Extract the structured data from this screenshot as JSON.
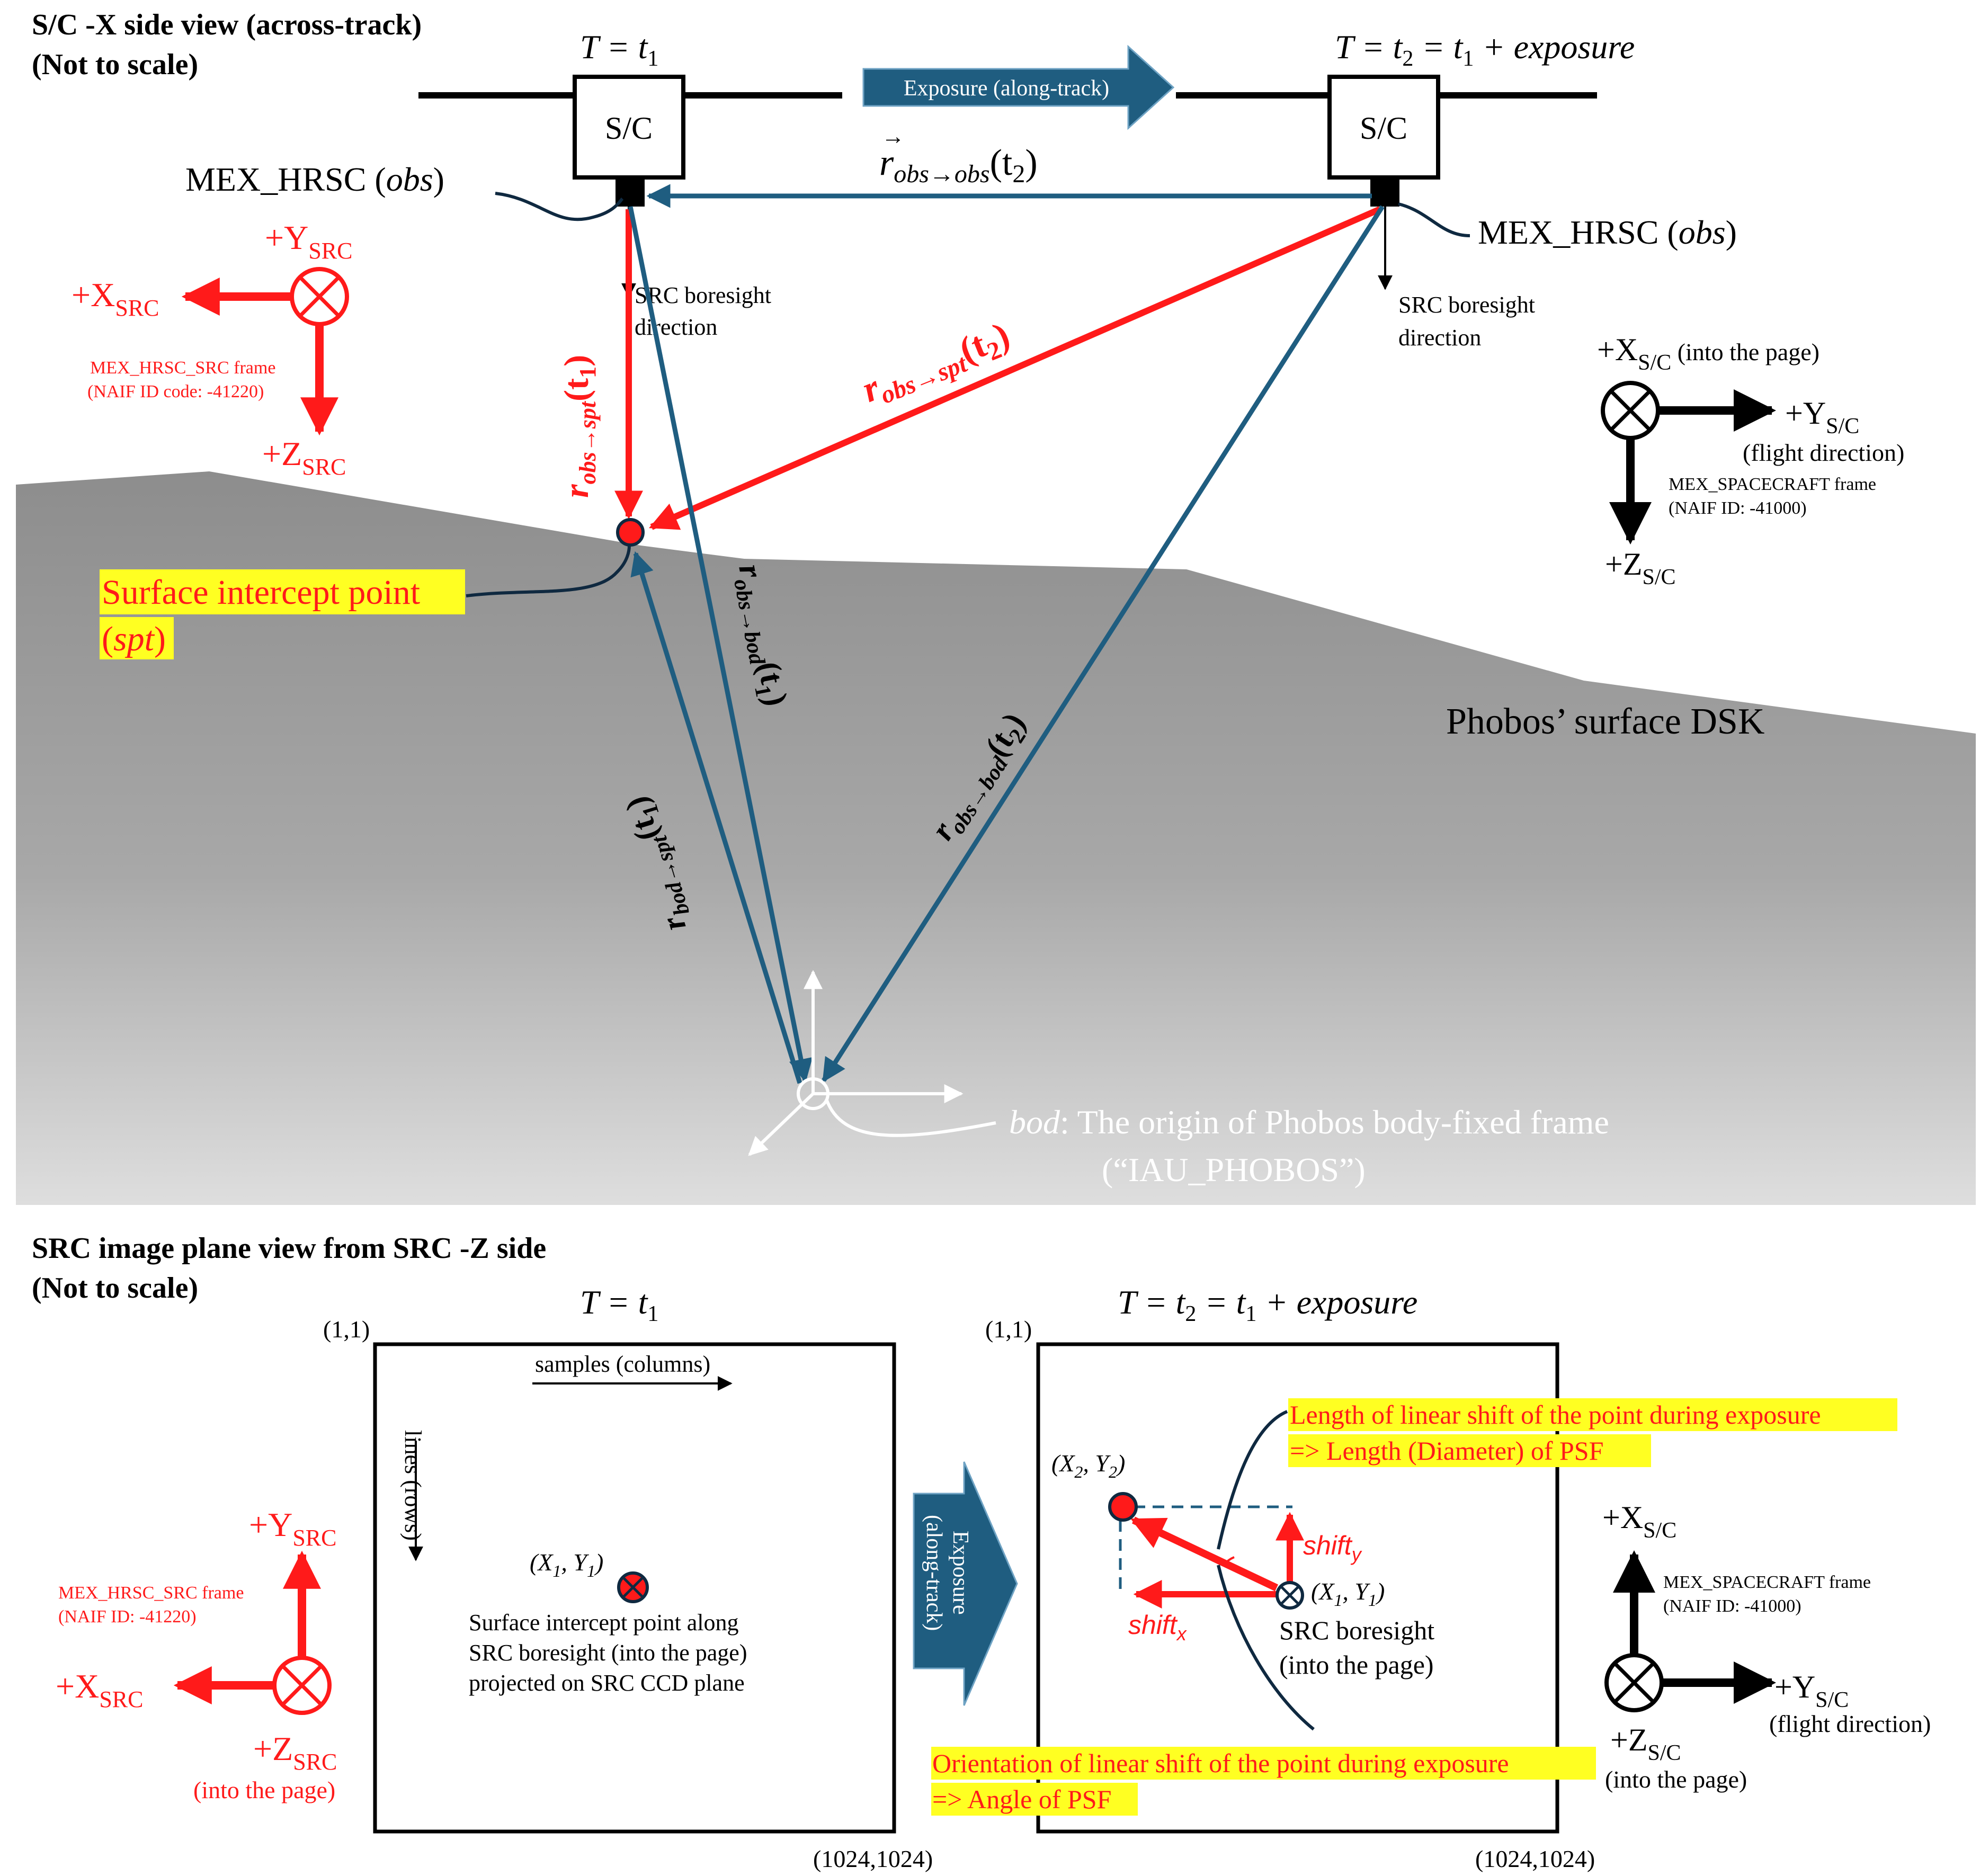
{
  "top_section": {
    "title_line1": "S/C -X side view (across-track)",
    "title_line2": "(Not to scale)",
    "time_t1": "T = t",
    "time_t1_sub": "1",
    "time_t2_prefix": "T = t",
    "time_t2_sub1": "2",
    "time_t2_mid": " = t",
    "time_t2_sub2": "1",
    "time_t2_suffix": " + exposure",
    "exposure_label": "Exposure (along-track)",
    "sc_label": "S/C",
    "mex_hrsc_name": "MEX_HRSC (",
    "mex_hrsc_obs": "obs",
    "mex_hrsc_close": ")",
    "boresight_line1": "SRC boresight",
    "boresight_line2": "direction",
    "r_obs_obs": "r",
    "r_obs_obs_sub": "obs→obs",
    "r_obs_obs_arg": "(t",
    "r_obs_obs_arg_sub": "2",
    "r_obs_obs_close": ")",
    "r_obs_spt_t1": "r",
    "r_obs_spt_t1_sub": "obs→spt",
    "r_obs_spt_t1_arg": "(t",
    "r_obs_spt_t1_arg_sub": "1",
    "r_obs_spt_t1_close": ")",
    "r_obs_spt_t2": "r",
    "r_obs_spt_t2_sub": "obs→spt",
    "r_obs_spt_t2_arg": "(t",
    "r_obs_spt_t2_arg_sub": "2",
    "r_obs_spt_t2_close": ")",
    "r_obs_bod_t1": "r",
    "r_obs_bod_t1_sub": "obs→bod",
    "r_obs_bod_t1_arg": "(t",
    "r_obs_bod_t1_arg_sub": "1",
    "r_obs_bod_t1_close": ")",
    "r_obs_bod_t2": "r",
    "r_obs_bod_t2_sub": "obs→bod",
    "r_obs_bod_t2_arg": "(t",
    "r_obs_bod_t2_arg_sub": "2",
    "r_obs_bod_t2_close": ")",
    "r_bod_spt_t1": "r",
    "r_bod_spt_t1_sub": "bod→spt",
    "r_bod_spt_t1_arg": "(t",
    "r_bod_spt_t1_arg_sub": "1",
    "r_bod_spt_t1_close": ")",
    "src_frame": {
      "plus_y": "+Y",
      "plus_y_sub": "SRC",
      "plus_x": "+X",
      "plus_x_sub": "SRC",
      "plus_z": "+Z",
      "plus_z_sub": "SRC",
      "frame_name": "MEX_HRSC_SRC frame",
      "frame_id": "(NAIF ID code: -41220)"
    },
    "sc_frame": {
      "plus_x": "+X",
      "plus_x_sub": "S/C",
      "plus_x_note": " (into the page)",
      "plus_y": "+Y",
      "plus_y_sub": "S/C",
      "plus_y_note": "(flight direction)",
      "plus_z": "+Z",
      "plus_z_sub": "S/C",
      "frame_name": "MEX_SPACECRAFT frame",
      "frame_id": "(NAIF ID: -41000)"
    },
    "spt_label_line1": "Surface intercept point ",
    "spt_label_line2_open": "(",
    "spt_label_line2_abbr": "spt",
    "spt_label_line2_close": ")",
    "surface_label": "Phobos’ surface DSK",
    "bod_label_italic": "bod",
    "bod_label_rest": ": The origin of Phobos body-fixed frame",
    "bod_label_line2": "(“IAU_PHOBOS”)"
  },
  "bottom_section": {
    "title_line1": "SRC image plane view from SRC -Z side",
    "title_line2": "(Not to scale)",
    "time_t1": "T = t",
    "time_t1_sub": "1",
    "time_t2_prefix": "T = t",
    "time_t2_sub1": "2",
    "time_t2_mid": " = t",
    "time_t2_sub2": "1",
    "time_t2_suffix": " + exposure",
    "corner_tl": "(1,1)",
    "corner_br": "(1024,1024)",
    "samples_label": "samples (columns)",
    "lines_label": "lines (rows)",
    "x1y1": "(X",
    "x1y1_sub1": "1",
    "x1y1_mid": ", Y",
    "x1y1_sub2": "1",
    "x1y1_close": ")",
    "x2y2": "(X",
    "x2y2_sub1": "2",
    "x2y2_mid": ", Y",
    "x2y2_sub2": "2",
    "x2y2_close": ")",
    "spt_desc_line1": "Surface intercept point along",
    "spt_desc_line2": "SRC boresight (into the page)",
    "spt_desc_line3": "projected on SRC CCD plane",
    "exposure_line1": "Exposure",
    "exposure_line2": "(along-track)",
    "boresight_line1": "SRC boresight",
    "boresight_line2": "(into the page)",
    "shift_x": "shift",
    "shift_x_sub": "x",
    "shift_y": "shift",
    "shift_y_sub": "y",
    "length_note_line1": "Length of linear shift of the point during exposure",
    "length_note_line2": "=> Length (Diameter) of PSF",
    "orient_note_line1": "Orientation of linear shift of the point during exposure",
    "orient_note_line2": "=> Angle of PSF",
    "src_frame": {
      "plus_y": "+Y",
      "plus_y_sub": "SRC",
      "plus_x": "+X",
      "plus_x_sub": "SRC",
      "plus_z": "+Z",
      "plus_z_sub": "SRC",
      "plus_z_note": "(into the page)",
      "frame_name": "MEX_HRSC_SRC frame",
      "frame_id": "(NAIF ID: -41220)"
    },
    "sc_frame": {
      "plus_x": "+X",
      "plus_x_sub": "S/C",
      "plus_y": "+Y",
      "plus_y_sub": "S/C",
      "plus_y_note": "(flight direction)",
      "plus_z": "+Z",
      "plus_z_sub": "S/C",
      "plus_z_note": "(into the page)",
      "frame_name": "MEX_SPACECRAFT frame",
      "frame_id": "(NAIF ID: -41000)"
    }
  },
  "colors": {
    "red": "#ff1a1a",
    "teal": "#1f5d80",
    "navy": "#0f2940",
    "highlight": "#ffff22",
    "ground_top": "#8f8f8f",
    "ground_bottom": "#dcdcdc"
  }
}
